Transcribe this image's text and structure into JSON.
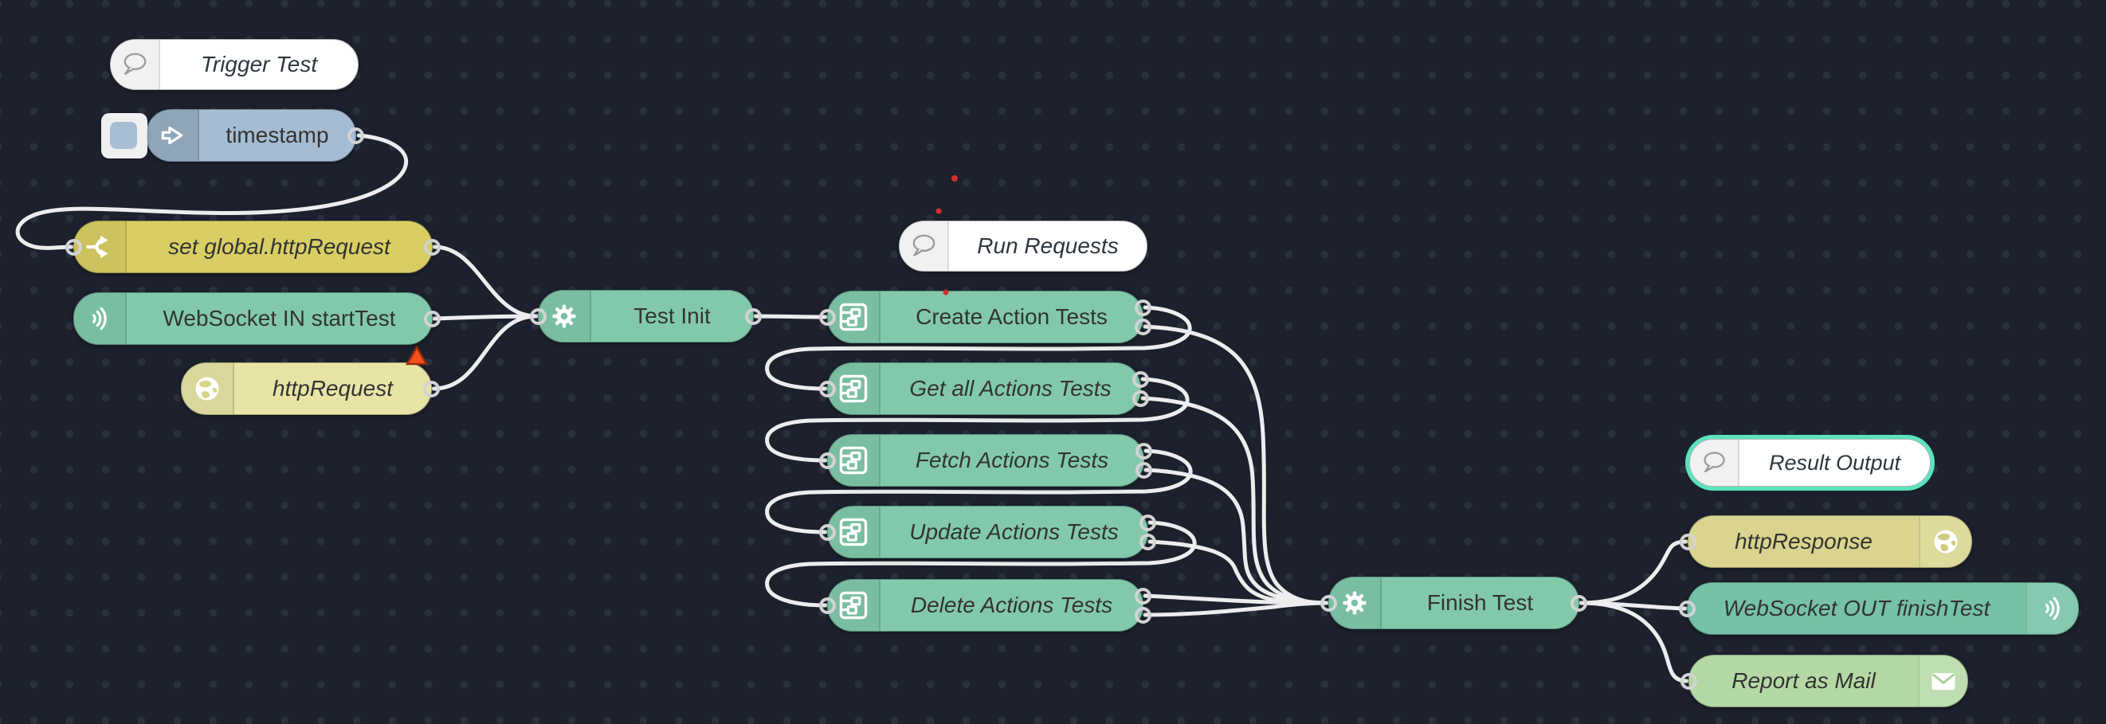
{
  "canvas": {
    "background_color": "#1c212d",
    "grid_dot_color": "#2a303c",
    "wire_color": "#ededed",
    "port_ring_color": "#d3d3d3",
    "selection_color": "#5be3bd",
    "error_triangle_color": "#f4511e",
    "marker_dot_color": "#d32f2f"
  },
  "nodes": {
    "trigger_comment": {
      "label": "Trigger Test",
      "type": "comment",
      "icon": "speech-bubble-icon"
    },
    "inject_timestamp": {
      "label": "timestamp",
      "type": "inject",
      "icon": "arrow-right-icon",
      "color": "#a6bcd2"
    },
    "change_set_global": {
      "label": "set global.httpRequest",
      "type": "change",
      "icon": "fork-icon",
      "color": "#d8ce64"
    },
    "websocket_in": {
      "label": "WebSocket IN startTest",
      "type": "websocket-in",
      "icon": "sound-waves-icon",
      "color": "#82c9ac"
    },
    "http_request": {
      "label": "httpRequest",
      "type": "http-request",
      "icon": "globe-icon",
      "color": "#e7e4a6",
      "error_indicator": true
    },
    "test_init": {
      "label": "Test Init",
      "type": "function",
      "icon": "gear-icon",
      "color": "#82c9ac"
    },
    "run_requests_comment": {
      "label": "Run Requests",
      "type": "comment",
      "icon": "speech-bubble-icon"
    },
    "create_action_tests": {
      "label": "Create Action Tests",
      "type": "subflow",
      "icon": "subflow-icon",
      "color": "#82c9ac",
      "outputs": 2
    },
    "get_all_actions_tests": {
      "label": "Get all Actions Tests",
      "type": "subflow",
      "icon": "subflow-icon",
      "color": "#82c9ac",
      "outputs": 2
    },
    "fetch_actions_tests": {
      "label": "Fetch Actions Tests",
      "type": "subflow",
      "icon": "subflow-icon",
      "color": "#82c9ac",
      "outputs": 2
    },
    "update_actions_tests": {
      "label": "Update Actions Tests",
      "type": "subflow",
      "icon": "subflow-icon",
      "color": "#82c9ac",
      "outputs": 2
    },
    "delete_actions_tests": {
      "label": "Delete Actions Tests",
      "type": "subflow",
      "icon": "subflow-icon",
      "color": "#82c9ac",
      "outputs": 2
    },
    "finish_test": {
      "label": "Finish Test",
      "type": "function",
      "icon": "gear-icon",
      "color": "#82c9ac"
    },
    "result_output_comment": {
      "label": "Result Output",
      "type": "comment",
      "icon": "speech-bubble-icon",
      "selected": true
    },
    "http_response": {
      "label": "httpResponse",
      "type": "http-response",
      "icon": "globe-icon",
      "color": "#d9d58e"
    },
    "websocket_out": {
      "label": "WebSocket OUT finishTest",
      "type": "websocket-out",
      "icon": "sound-waves-icon",
      "color": "#76c2a6"
    },
    "report_mail": {
      "label": "Report as Mail",
      "type": "e-mail",
      "icon": "envelope-icon",
      "color": "#b5d9a5"
    }
  }
}
